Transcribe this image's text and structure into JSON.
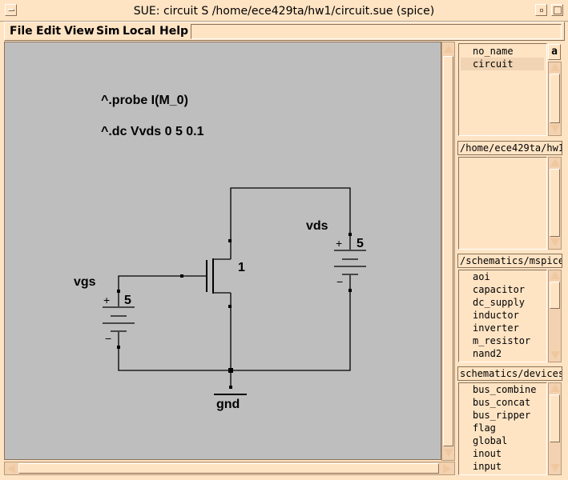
{
  "window": {
    "title": "SUE:  circuit S /home/ece429ta/hw1/circuit.sue  (spice)"
  },
  "menu": {
    "items": [
      "File",
      "Edit",
      "View",
      "Sim",
      "Local",
      "Help"
    ],
    "message": ""
  },
  "schematic": {
    "probe": "^.probe I(M_0)",
    "dc": "^.dc Vvds 0 5 0.1",
    "vgs": {
      "name": "vgs",
      "value": "5",
      "plus": "+",
      "minus": "−"
    },
    "vds": {
      "name": "vds",
      "value": "5",
      "plus": "+",
      "minus": "−"
    },
    "mosfet": {
      "size": "1"
    },
    "gnd": "gnd"
  },
  "panels": {
    "top": {
      "items": [
        "no_name",
        "circuit"
      ],
      "selected": 1,
      "side_button": "a"
    },
    "directory": {
      "header": "/home/ece429ta/hw1",
      "items": []
    },
    "mspice": {
      "header": "/schematics/mspice",
      "items": [
        "aoi",
        "capacitor",
        "dc_supply",
        "inductor",
        "inverter",
        "m_resistor",
        "nand2"
      ]
    },
    "devices": {
      "header": "schematics/devices",
      "items": [
        "bus_combine",
        "bus_concat",
        "bus_ripper",
        "flag",
        "global",
        "inout",
        "input"
      ]
    }
  }
}
